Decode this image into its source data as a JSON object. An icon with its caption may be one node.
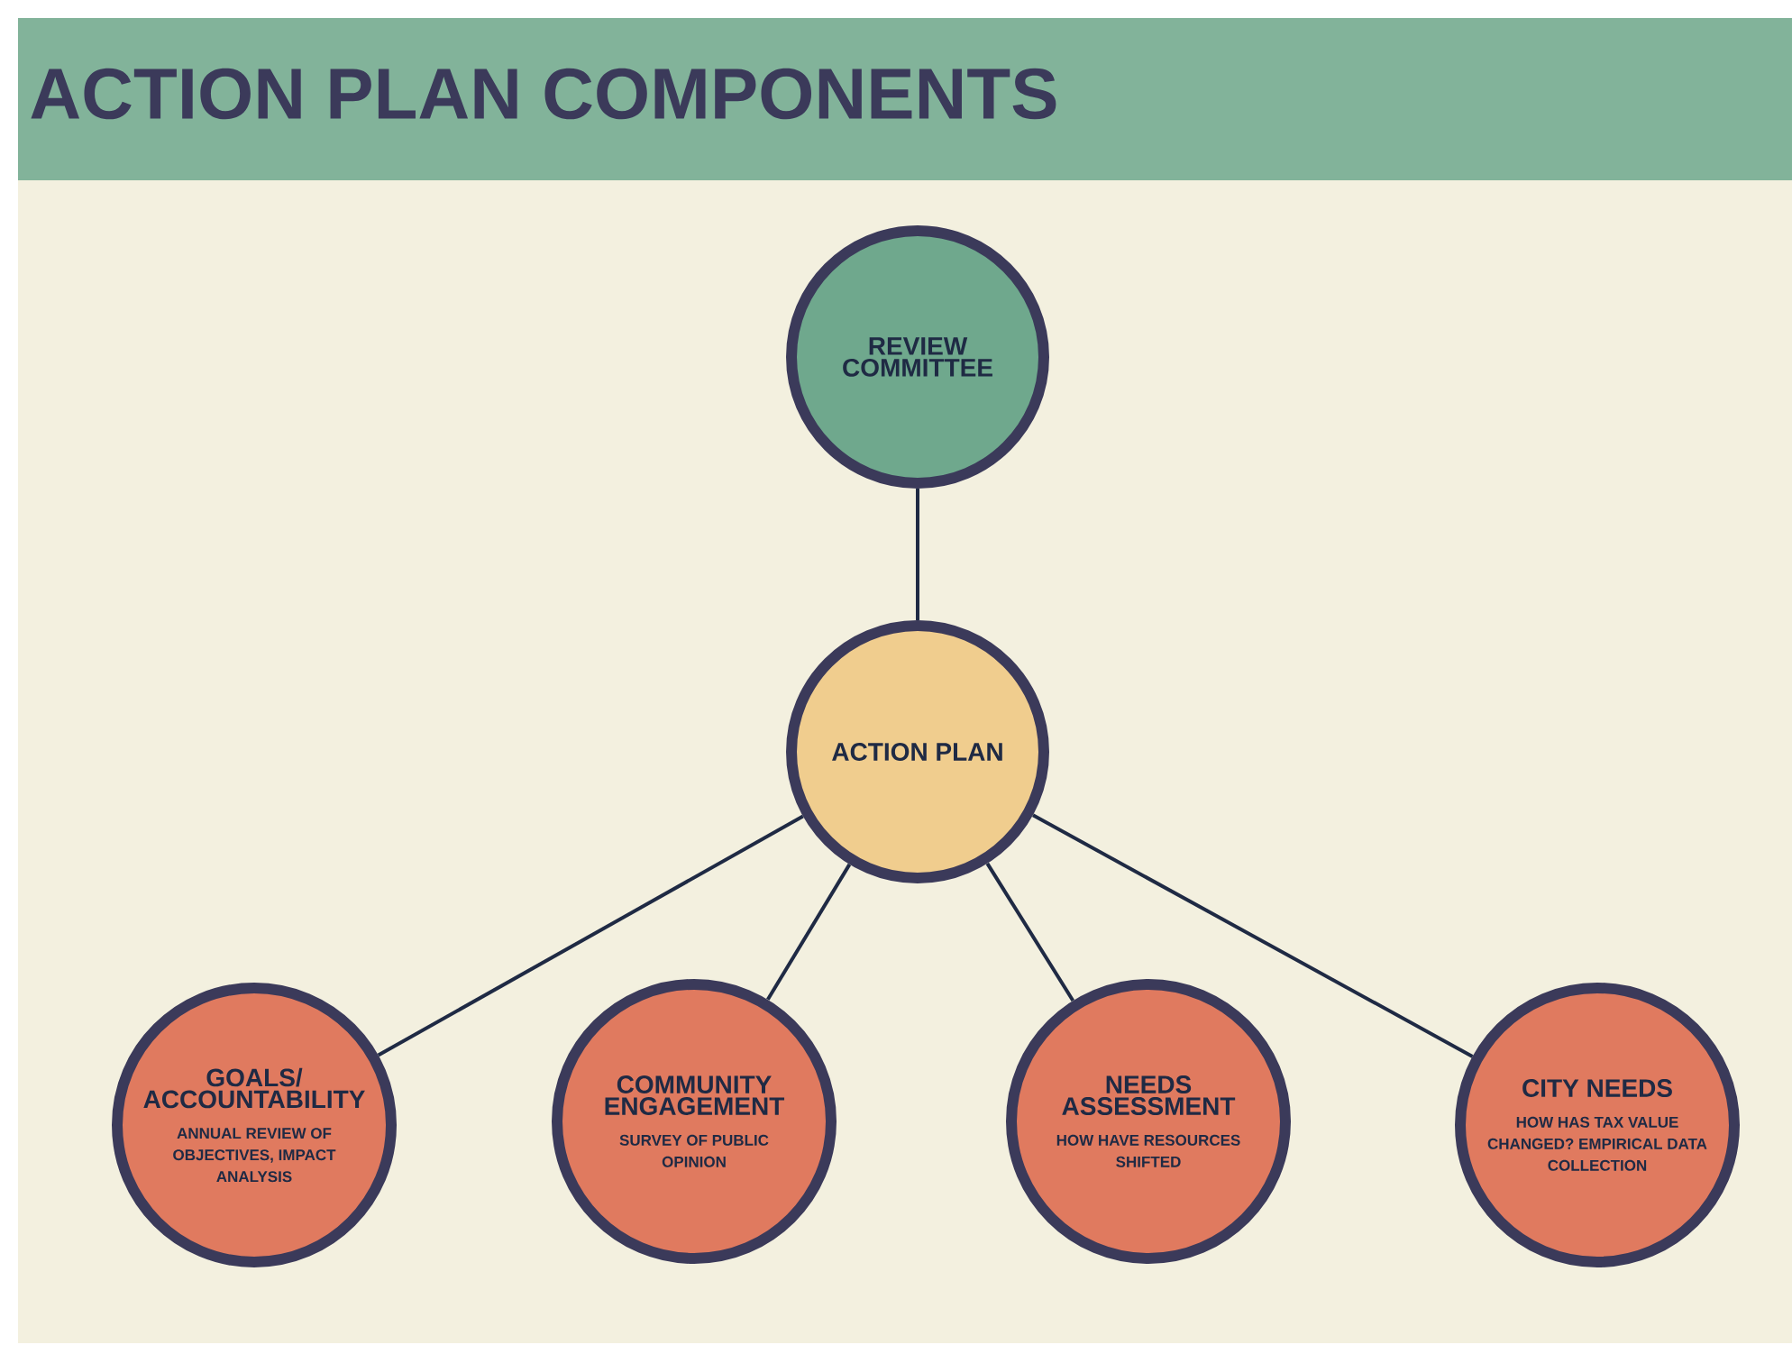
{
  "diagram": {
    "title": "ACTION PLAN COMPONENTS",
    "nodes": [
      {
        "text": [
          "REVIEW COMMITTEE"
        ]
      },
      {
        "text": [
          "ACTION PLAN"
        ]
      },
      {
        "text": [
          "GOALS/ ACCOUNTABILITY",
          "ANNUAL REVIEW OF OBJECTIVES, IMPACT ANALYSIS"
        ]
      },
      {
        "text": [
          "COMMUNITY ENGAGEMENT",
          "SURVEY OF PUBLIC OPINION"
        ]
      },
      {
        "text": [
          "NEEDS ASSESSMENT",
          "HOW HAVE RESOURCES SHIFTED"
        ]
      },
      {
        "text": [
          "CITY NEEDS",
          "HOW HAS TAX VALUE CHANGED? EMPIRICAL DATA COLLECTION"
        ]
      }
    ],
    "edges": [
      {
        "from": 1,
        "to": 0,
        "arrow": "none"
      },
      {
        "from": 1,
        "to": 2,
        "arrow": "none"
      },
      {
        "from": 1,
        "to": 3,
        "arrow": "none"
      },
      {
        "from": 1,
        "to": 4,
        "arrow": "none"
      },
      {
        "from": 1,
        "to": 5,
        "arrow": "none"
      }
    ]
  }
}
